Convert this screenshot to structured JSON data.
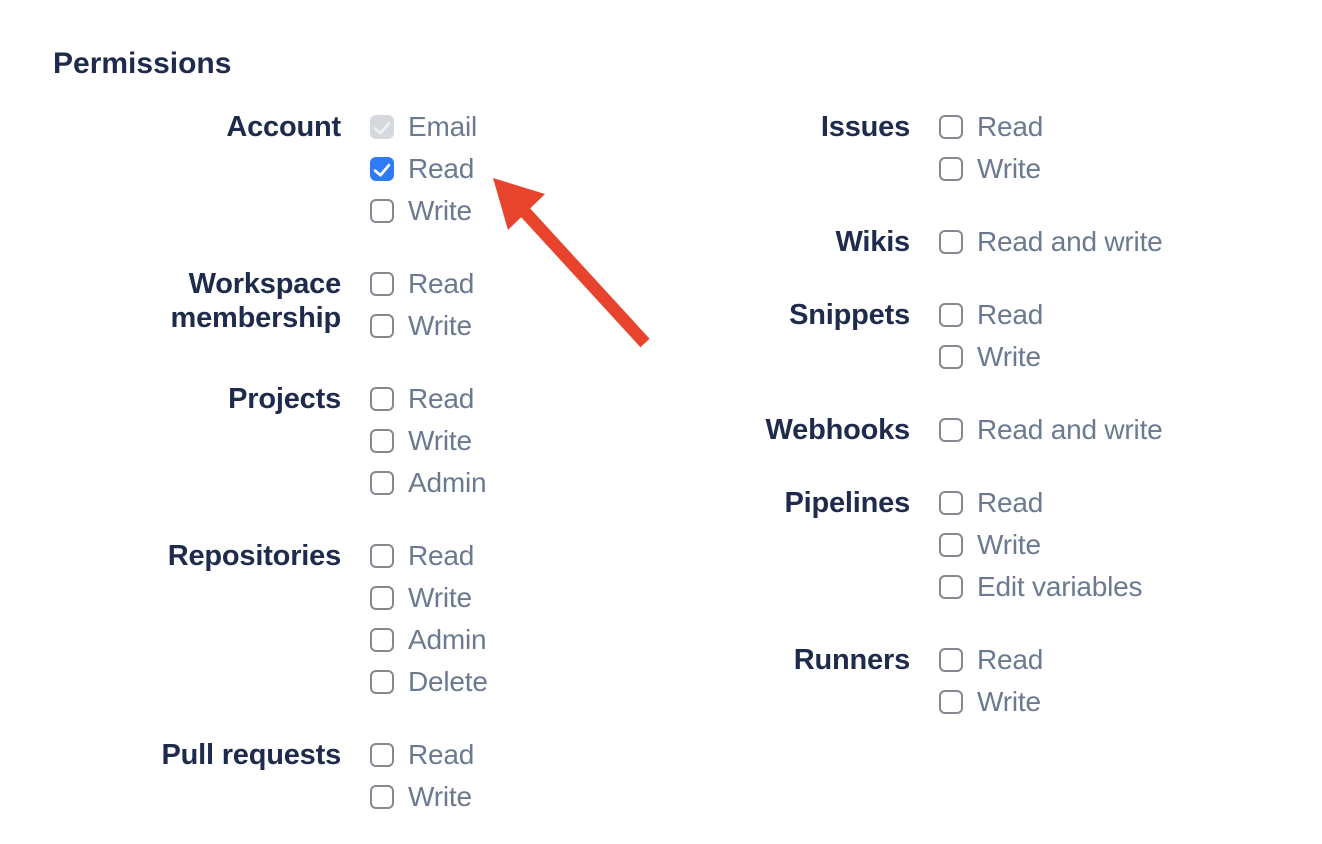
{
  "page": {
    "heading": "Permissions"
  },
  "colors": {
    "heading_navy": "#1E2B4D",
    "option_label_gray": "#6B7A90",
    "checkbox_border_gray": "#85898F",
    "checkbox_checked_blue": "#2D7BF6",
    "checkbox_disabled_gray": "#D5D8DC",
    "arrow_red": "#E8432D"
  },
  "permissions": {
    "left_groups": [
      {
        "label": "Account",
        "options": [
          {
            "label": "Email",
            "checked": true,
            "disabled": true
          },
          {
            "label": "Read",
            "checked": true,
            "disabled": false
          },
          {
            "label": "Write",
            "checked": false,
            "disabled": false
          }
        ]
      },
      {
        "label": "Workspace membership",
        "options": [
          {
            "label": "Read",
            "checked": false,
            "disabled": false
          },
          {
            "label": "Write",
            "checked": false,
            "disabled": false
          }
        ]
      },
      {
        "label": "Projects",
        "options": [
          {
            "label": "Read",
            "checked": false,
            "disabled": false
          },
          {
            "label": "Write",
            "checked": false,
            "disabled": false
          },
          {
            "label": "Admin",
            "checked": false,
            "disabled": false
          }
        ]
      },
      {
        "label": "Repositories",
        "options": [
          {
            "label": "Read",
            "checked": false,
            "disabled": false
          },
          {
            "label": "Write",
            "checked": false,
            "disabled": false
          },
          {
            "label": "Admin",
            "checked": false,
            "disabled": false
          },
          {
            "label": "Delete",
            "checked": false,
            "disabled": false
          }
        ]
      },
      {
        "label": "Pull requests",
        "options": [
          {
            "label": "Read",
            "checked": false,
            "disabled": false
          },
          {
            "label": "Write",
            "checked": false,
            "disabled": false
          }
        ]
      }
    ],
    "right_groups": [
      {
        "label": "Issues",
        "options": [
          {
            "label": "Read",
            "checked": false,
            "disabled": false
          },
          {
            "label": "Write",
            "checked": false,
            "disabled": false
          }
        ]
      },
      {
        "label": "Wikis",
        "options": [
          {
            "label": "Read and write",
            "checked": false,
            "disabled": false
          }
        ]
      },
      {
        "label": "Snippets",
        "options": [
          {
            "label": "Read",
            "checked": false,
            "disabled": false
          },
          {
            "label": "Write",
            "checked": false,
            "disabled": false
          }
        ]
      },
      {
        "label": "Webhooks",
        "options": [
          {
            "label": "Read and write",
            "checked": false,
            "disabled": false
          }
        ]
      },
      {
        "label": "Pipelines",
        "options": [
          {
            "label": "Read",
            "checked": false,
            "disabled": false
          },
          {
            "label": "Write",
            "checked": false,
            "disabled": false
          },
          {
            "label": "Edit variables",
            "checked": false,
            "disabled": false
          }
        ]
      },
      {
        "label": "Runners",
        "options": [
          {
            "label": "Read",
            "checked": false,
            "disabled": false
          },
          {
            "label": "Write",
            "checked": false,
            "disabled": false
          }
        ]
      }
    ]
  },
  "annotation": {
    "type": "arrow",
    "arrow_color": "#E8432D",
    "points_to": "Account Read checkbox"
  }
}
